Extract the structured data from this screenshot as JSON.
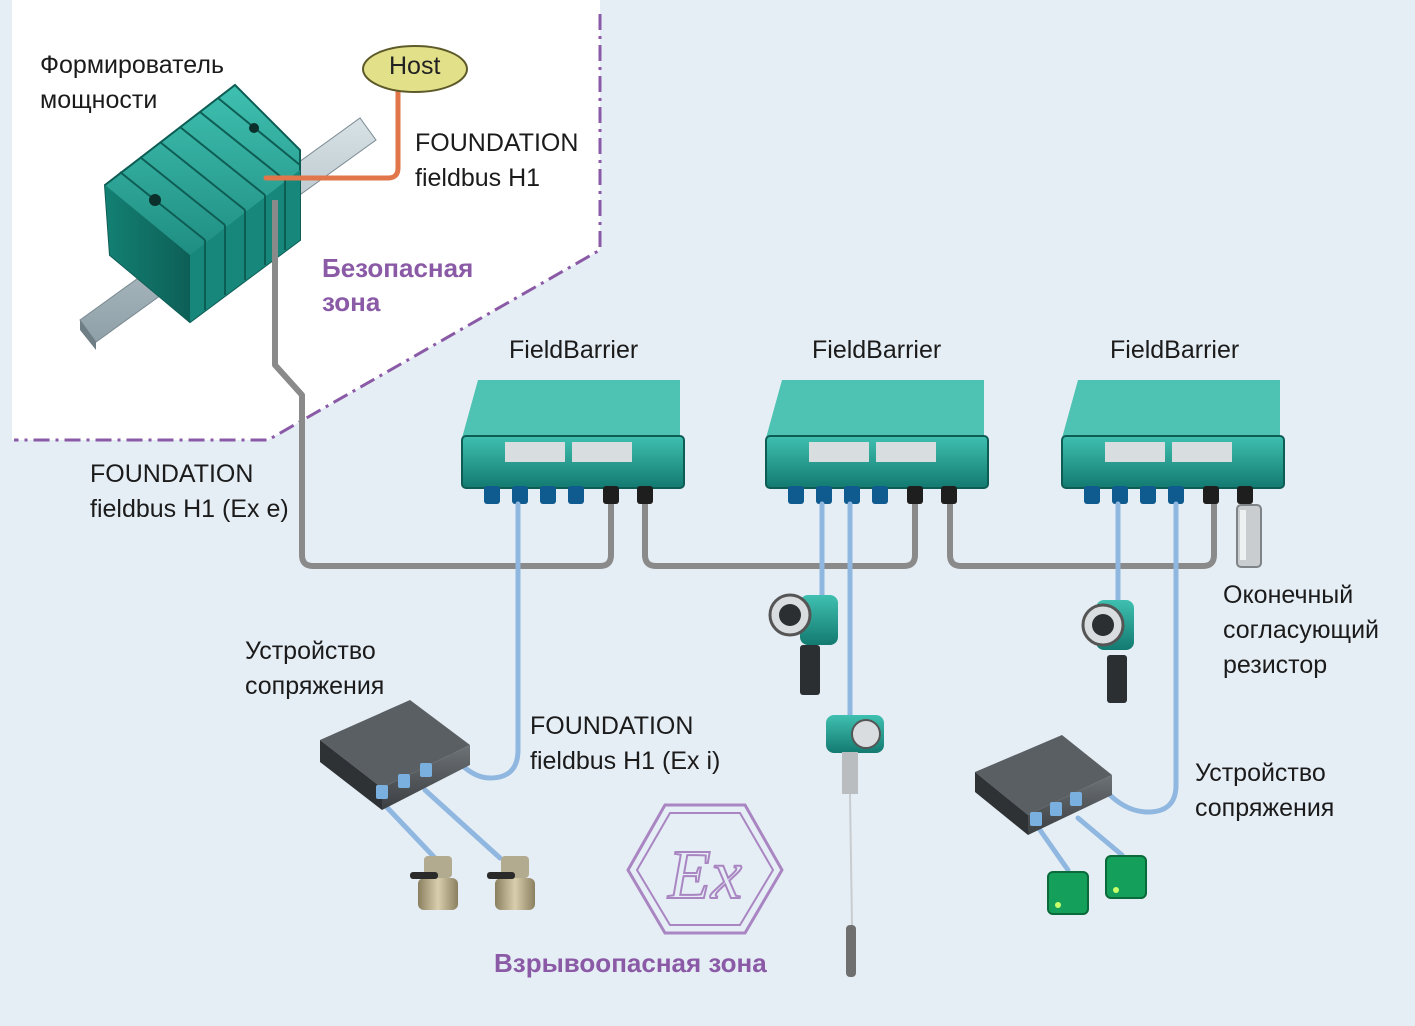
{
  "labels": {
    "power_conditioner": "Формирователь\nмощности",
    "host": "Host",
    "ff_h1_top": "FOUNDATION\nfieldbus H1",
    "safe_zone": "Безопасная\nзона",
    "ff_h1_exe": "FOUNDATION\nfieldbus H1 (Ex e)",
    "fieldbarrier": [
      "FieldBarrier",
      "FieldBarrier",
      "FieldBarrier"
    ],
    "terminator": "Оконечный\nсогласующий\nрезистор",
    "coupler_left": "Устройство\nсопряжения",
    "coupler_right": "Устройство\nсопряжения",
    "ff_h1_exi": "FOUNDATION\nfieldbus H1 (Ex i)",
    "hazardous_zone": "Взрывоопасная зона"
  },
  "ex_symbol": "Ex",
  "colors": {
    "background": "#e6eef5",
    "safe_zone_fill": "#ffffff",
    "zone_border": "#8a5aa6",
    "device_teal": "#1b9a8c",
    "host_fill": "#e3e08a",
    "host_cable": "#e0764a",
    "trunk_cable": "#9a9a9a",
    "spur_cable": "#8fb7e0"
  }
}
